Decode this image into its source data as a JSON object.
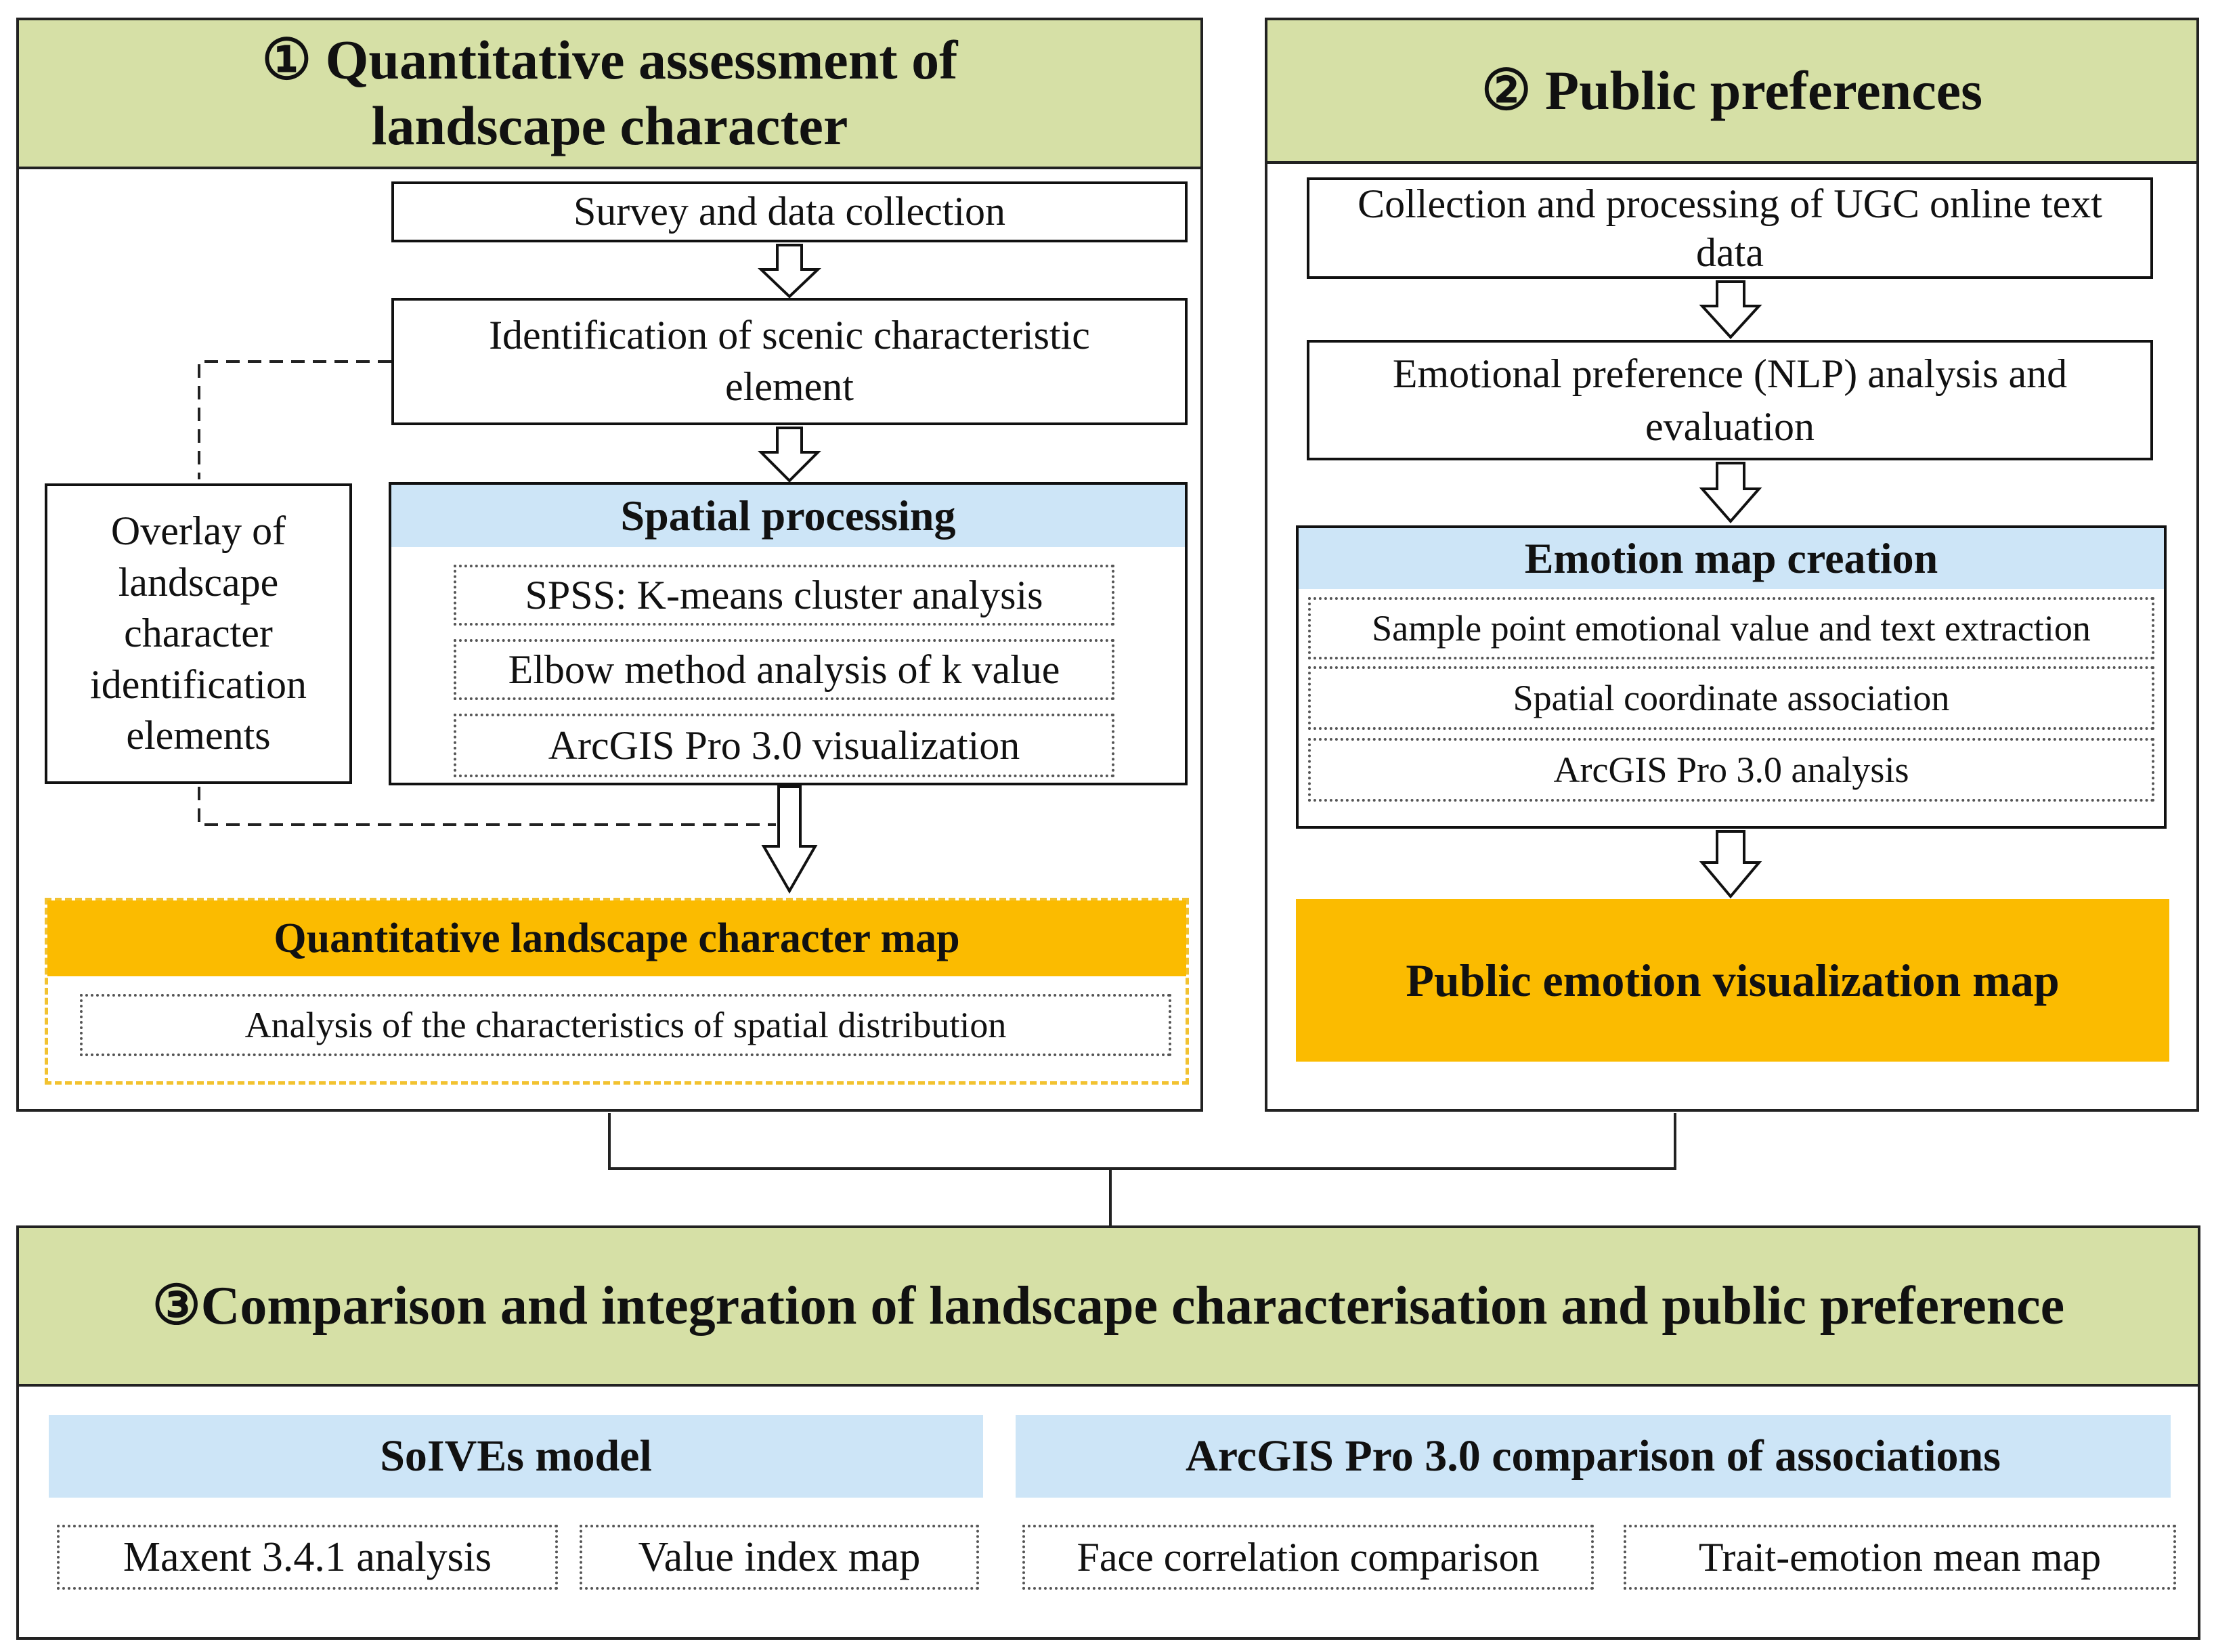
{
  "panel1": {
    "title_line1": "① Quantitative assessment of",
    "title_line2": "landscape character",
    "survey": "Survey and data collection",
    "identification": "Identification of scenic characteristic element",
    "overlay": "Overlay of landscape character identification elements",
    "spatial": {
      "title": "Spatial processing",
      "items": [
        "SPSS: K-means cluster analysis",
        "Elbow method analysis of k value",
        "ArcGIS Pro 3.0 visualization"
      ]
    },
    "map": {
      "title": "Quantitative landscape character map",
      "item": "Analysis of the characteristics of spatial distribution"
    }
  },
  "panel2": {
    "title": "② Public preferences",
    "collection": "Collection and processing of UGC online text data",
    "emotional": "Emotional preference (NLP) analysis and evaluation",
    "emotion_map": {
      "title": "Emotion map creation",
      "items": [
        "Sample point emotional value and text extraction",
        "Spatial coordinate association",
        "ArcGIS Pro 3.0 analysis"
      ]
    },
    "public_map": "Public emotion visualization map"
  },
  "panel3": {
    "title": "③Comparison and integration of landscape characterisation and public preference",
    "left": {
      "title": "SoIVEs model",
      "items": [
        "Maxent 3.4.1 analysis",
        "Value index map"
      ]
    },
    "right": {
      "title": "ArcGIS Pro 3.0 comparison of associations",
      "items": [
        "Face correlation comparison",
        "Trait-emotion mean map"
      ]
    }
  },
  "colors": {
    "header_green": "#d6e0a6",
    "light_blue": "#cde5f7",
    "orange": "#fbbb00",
    "dashed_orange": "#f2c230"
  }
}
